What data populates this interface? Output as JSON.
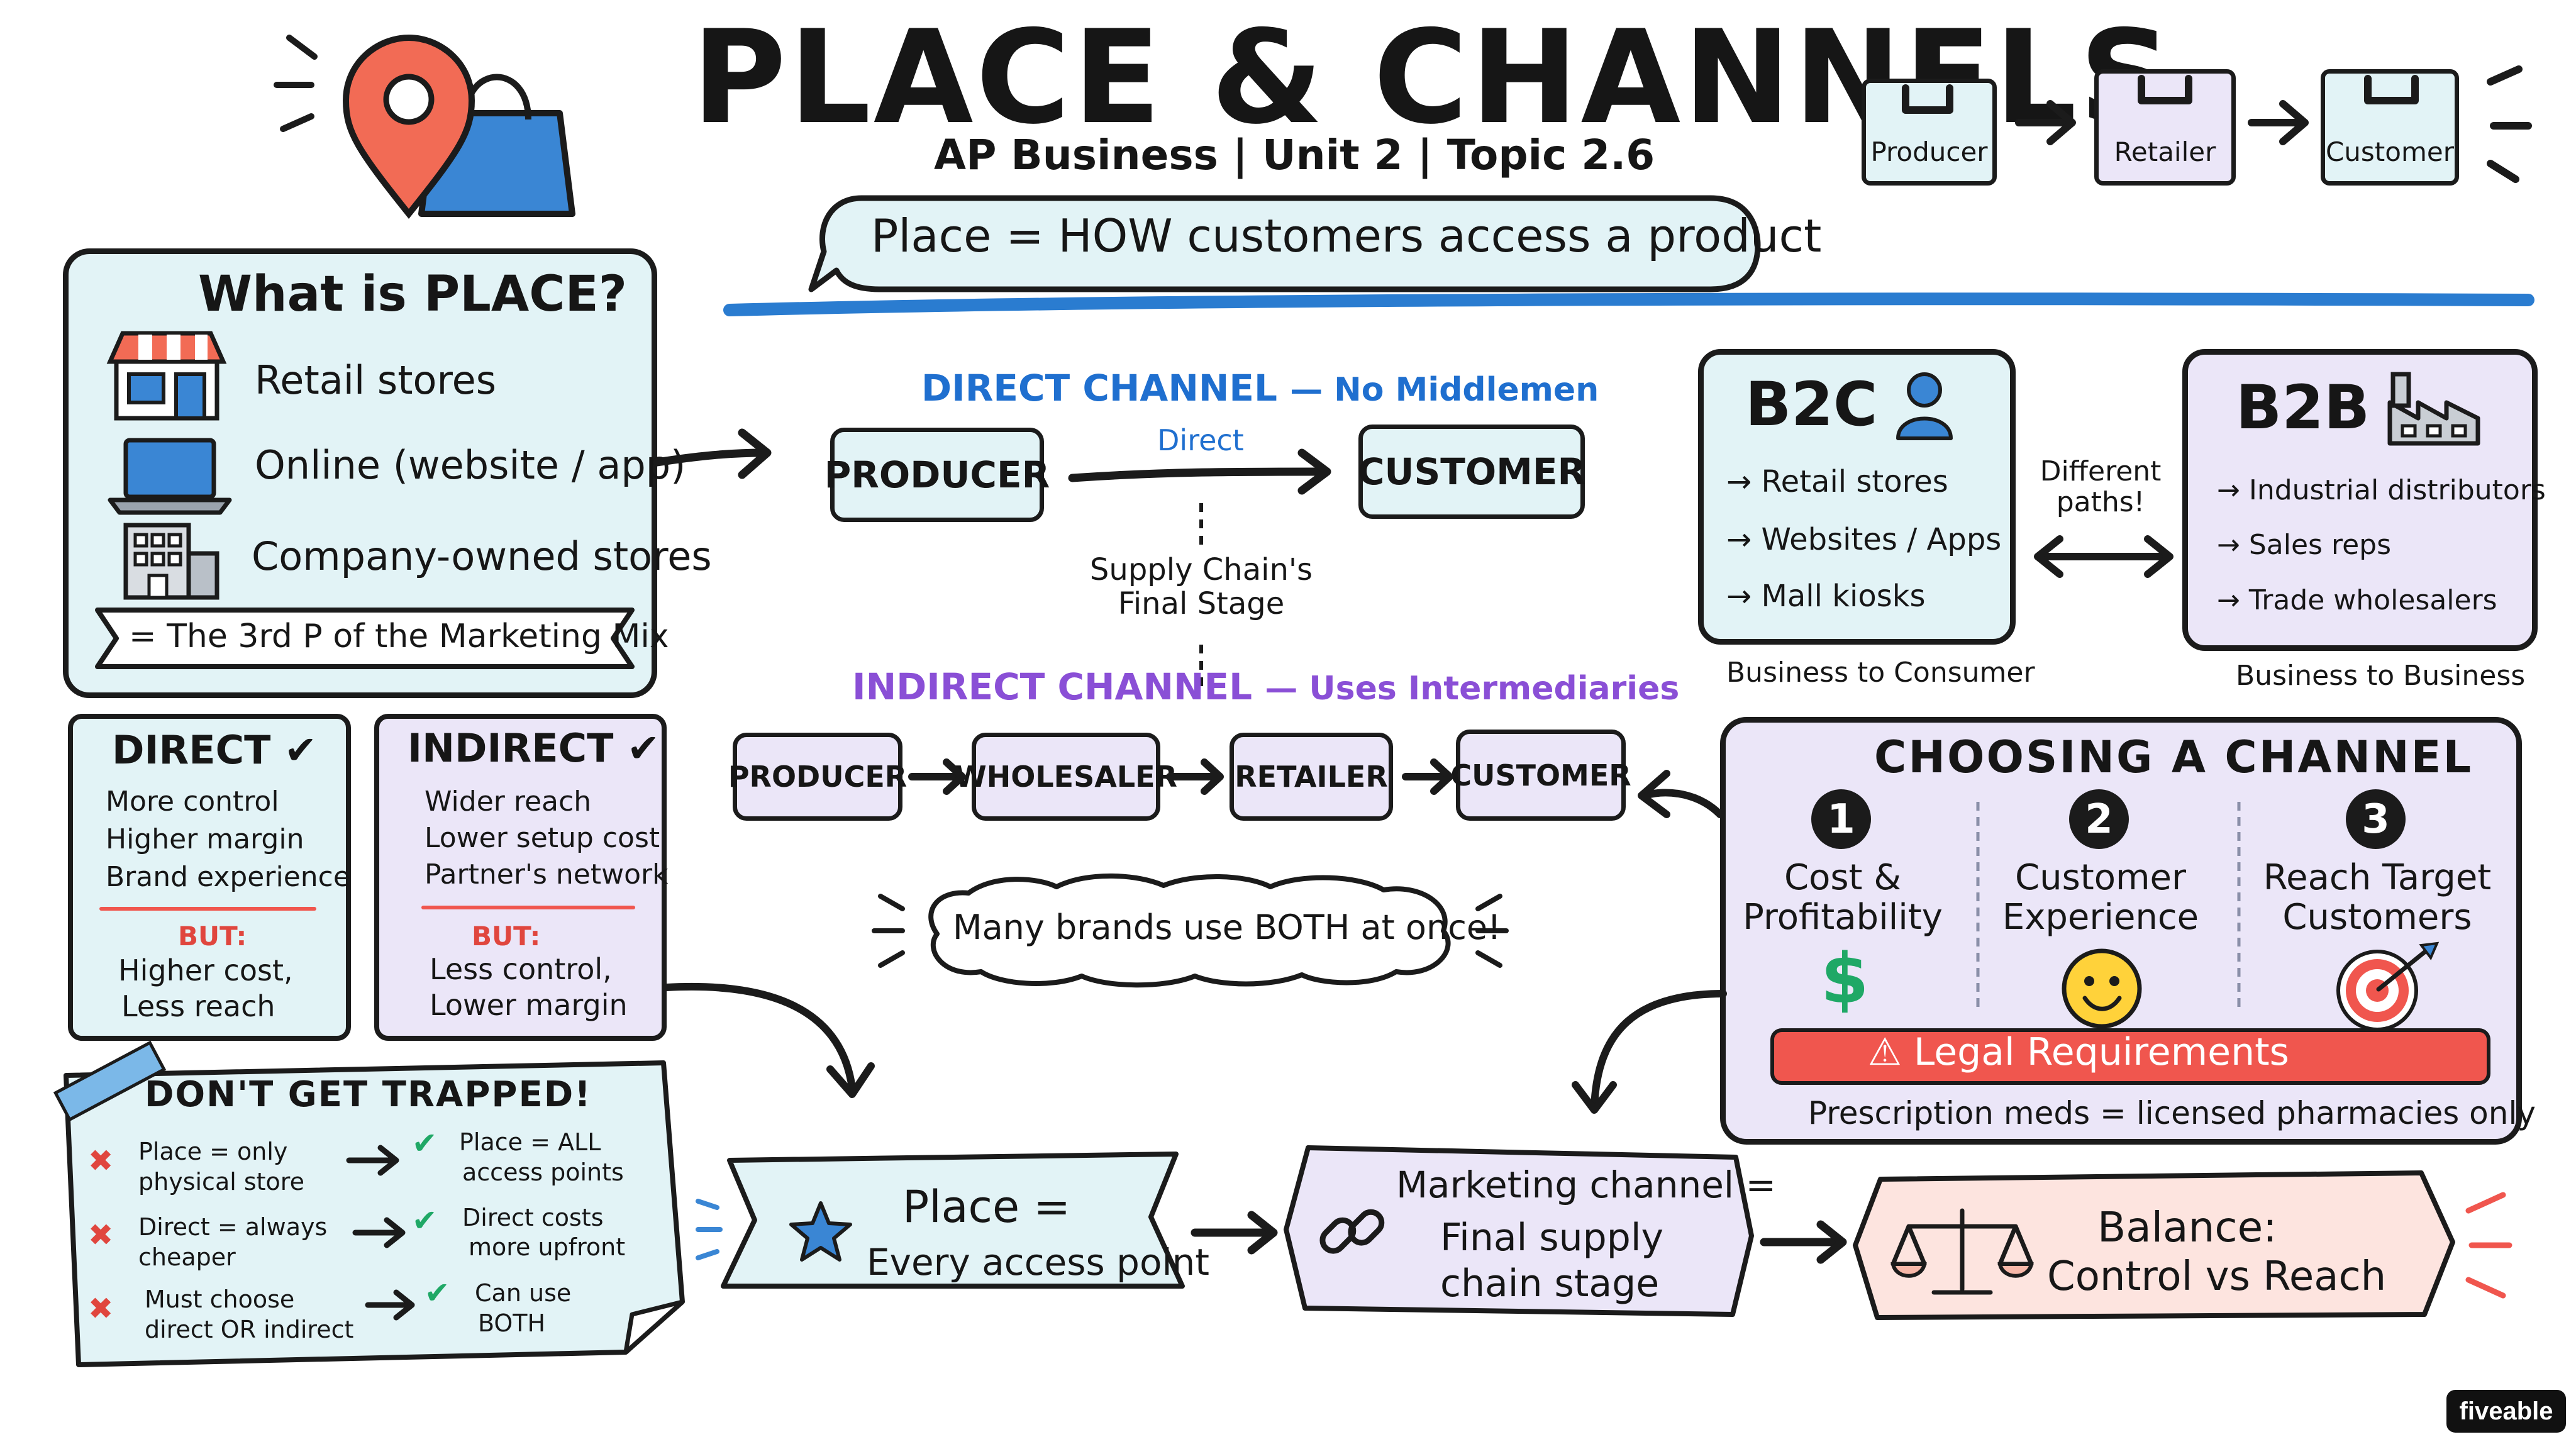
{
  "header": {
    "title": "PLACE & CHANNELS",
    "subtitle": "AP Business | Unit 2 | Topic 2.6",
    "definition": "Place = HOW customers access a product"
  },
  "top_flow": {
    "items": [
      "Producer",
      "Retailer",
      "Customer"
    ]
  },
  "what_is_place": {
    "title": "What is PLACE?",
    "items": [
      "Retail stores",
      "Online (website / app)",
      "Company-owned stores"
    ],
    "banner": "= The 3rd P of the Marketing Mix"
  },
  "direct_card": {
    "title": "DIRECT",
    "pros": [
      "More control",
      "Higher margin",
      "Brand experience"
    ],
    "but_label": "BUT:",
    "cons": [
      "Higher cost,",
      "Less reach"
    ]
  },
  "indirect_card": {
    "title": "INDIRECT",
    "pros": [
      "Wider reach",
      "Lower setup cost",
      "Partner's network"
    ],
    "but_label": "BUT:",
    "cons": [
      "Less control,",
      "Lower margin"
    ]
  },
  "direct_channel": {
    "title": "DIRECT CHANNEL",
    "subtitle": "— No Middlemen",
    "producer": "PRODUCER",
    "customer": "CUSTOMER",
    "arrow_label": "Direct",
    "note_line1": "Supply Chain's",
    "note_line2": "Final Stage"
  },
  "indirect_channel": {
    "title": "INDIRECT CHANNEL",
    "subtitle": "— Uses Intermediaries",
    "steps": [
      "PRODUCER",
      "WHOLESALER",
      "RETAILER",
      "CUSTOMER"
    ]
  },
  "both_note": "Many brands use BOTH at once!",
  "b2c": {
    "title": "B2C",
    "items": [
      "→ Retail stores",
      "→ Websites / Apps",
      "→ Mall kiosks"
    ],
    "caption": "Business to Consumer"
  },
  "b2b": {
    "title": "B2B",
    "items": [
      "→ Industrial distributors",
      "→ Sales reps",
      "→ Trade wholesalers"
    ],
    "caption": "Business to Business"
  },
  "different_paths": {
    "line1": "Different",
    "line2": "paths!"
  },
  "choosing": {
    "title": "CHOOSING A CHANNEL",
    "factors": [
      {
        "num": "1",
        "line1": "Cost &",
        "line2": "Profitability"
      },
      {
        "num": "2",
        "line1": "Customer",
        "line2": "Experience"
      },
      {
        "num": "3",
        "line1": "Reach Target",
        "line2": "Customers"
      }
    ],
    "legal": "Legal Requirements",
    "legal_note": "Prescription meds = licensed pharmacies only"
  },
  "trapped": {
    "title": "DON'T GET TRAPPED!",
    "rows": [
      {
        "wrong1": "Place = only",
        "wrong2": "physical store",
        "right1": "Place = ALL",
        "right2": "access points"
      },
      {
        "wrong1": "Direct = always",
        "wrong2": "cheaper",
        "right1": "Direct costs",
        "right2": "more upfront"
      },
      {
        "wrong1": "Must choose",
        "wrong2": "direct OR indirect",
        "right1": "Can use",
        "right2": "BOTH"
      }
    ]
  },
  "summary": {
    "place_line1": "Place =",
    "place_line2": "Every access point",
    "marketing_line1": "Marketing channel =",
    "marketing_line2": "Final supply",
    "marketing_line3": "chain stage",
    "balance_line1": "Balance:",
    "balance_line2": "Control vs Reach"
  },
  "brand": "fiveable",
  "colors": {
    "blue_fill": "#e2f3f6",
    "purple_fill": "#ebe6f8",
    "pink_fill": "#fde4df",
    "direct_blue": "#1f6fcf",
    "indirect_purple": "#8a4fd6",
    "alert_red": "#f0564e",
    "check_green": "#1fa866"
  }
}
